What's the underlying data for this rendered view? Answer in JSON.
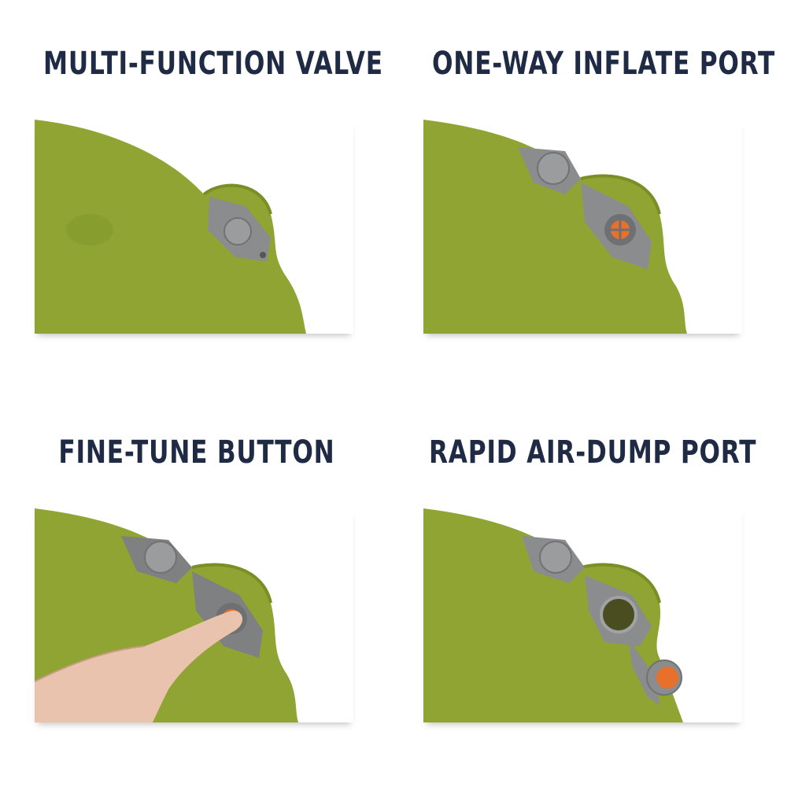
{
  "panels": [
    {
      "title": "MULTI-FUNCTION VALVE",
      "variant": "closed-valve"
    },
    {
      "title": "ONE-WAY INFLATE PORT",
      "variant": "inflate-port"
    },
    {
      "title": "FINE-TUNE BUTTON",
      "variant": "fine-tune"
    },
    {
      "title": "RAPID AIR-DUMP PORT",
      "variant": "air-dump"
    }
  ],
  "colors": {
    "title_text": "#1f2a44",
    "mat_green": "#8fa432",
    "valve_gray": "#8a8c8e",
    "accent_orange": "#e8702a",
    "skin": "#e9c3ad"
  }
}
